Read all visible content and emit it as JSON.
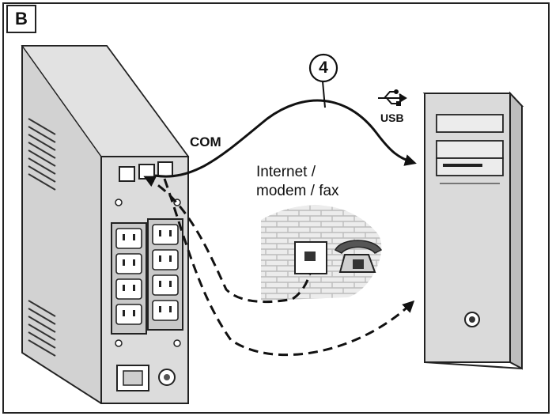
{
  "panel": {
    "label": "B"
  },
  "ports": {
    "com": "COM",
    "usb": "USB"
  },
  "cable": {
    "number": "4"
  },
  "network": {
    "line1": "Internet /",
    "line2": "modem / fax"
  },
  "colors": {
    "outline": "#222222",
    "device_face": "#d9d9d9",
    "device_side": "#c4c4c4",
    "wall": "#e6e6e6"
  }
}
